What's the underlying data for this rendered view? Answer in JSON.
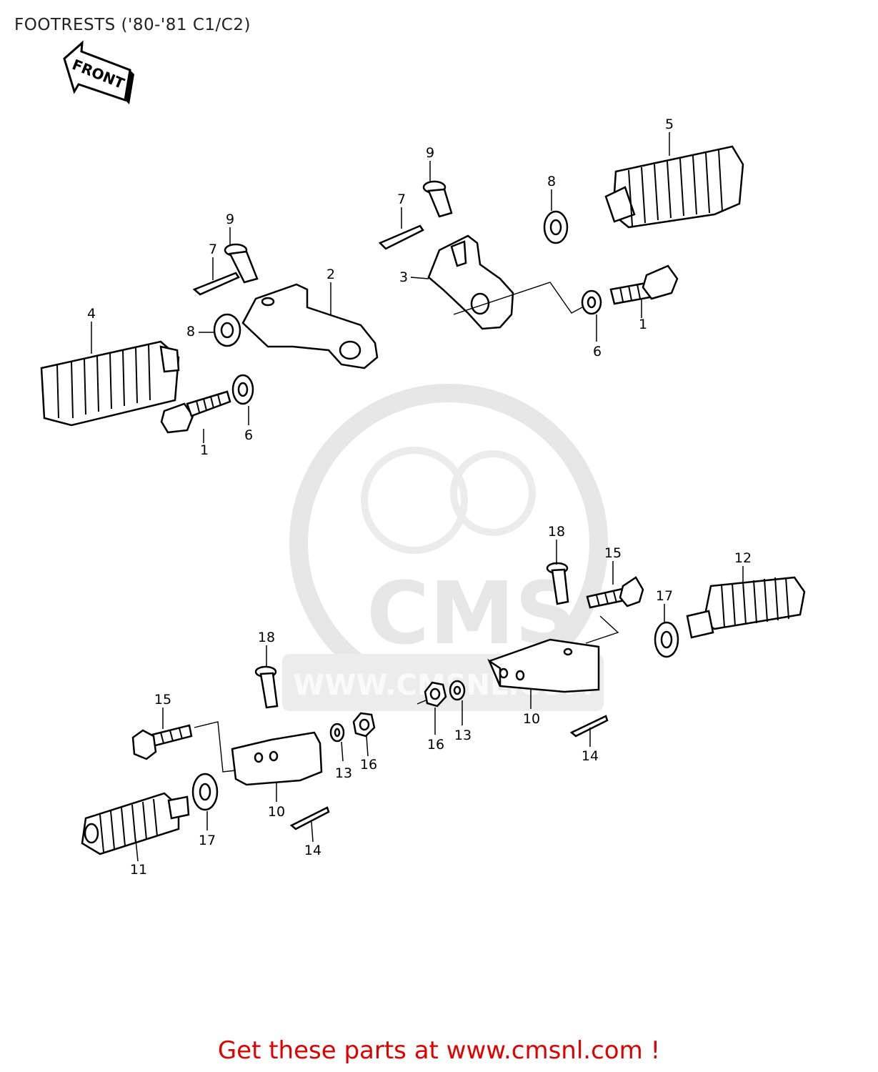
{
  "title": "FOOTRESTS ('80-'81 C1/C2)",
  "front_arrow_label": "FRONT",
  "watermark": {
    "logo_text": "CMS",
    "url_text": "WWW.CMSNL.COM"
  },
  "callouts": {
    "c1a": "1",
    "c1b": "1",
    "c2": "2",
    "c3": "3",
    "c4": "4",
    "c5": "5",
    "c6a": "6",
    "c6b": "6",
    "c7a": "7",
    "c7b": "7",
    "c8a": "8",
    "c8b": "8",
    "c9a": "9",
    "c9b": "9",
    "c10a": "10",
    "c10b": "10",
    "c11": "11",
    "c12": "12",
    "c13a": "13",
    "c13b": "13",
    "c14a": "14",
    "c14b": "14",
    "c15a": "15",
    "c15b": "15",
    "c16a": "16",
    "c16b": "16",
    "c17a": "17",
    "c17b": "17",
    "c18a": "18",
    "c18b": "18"
  },
  "footer": "Get these parts at www.cmsnl.com !"
}
